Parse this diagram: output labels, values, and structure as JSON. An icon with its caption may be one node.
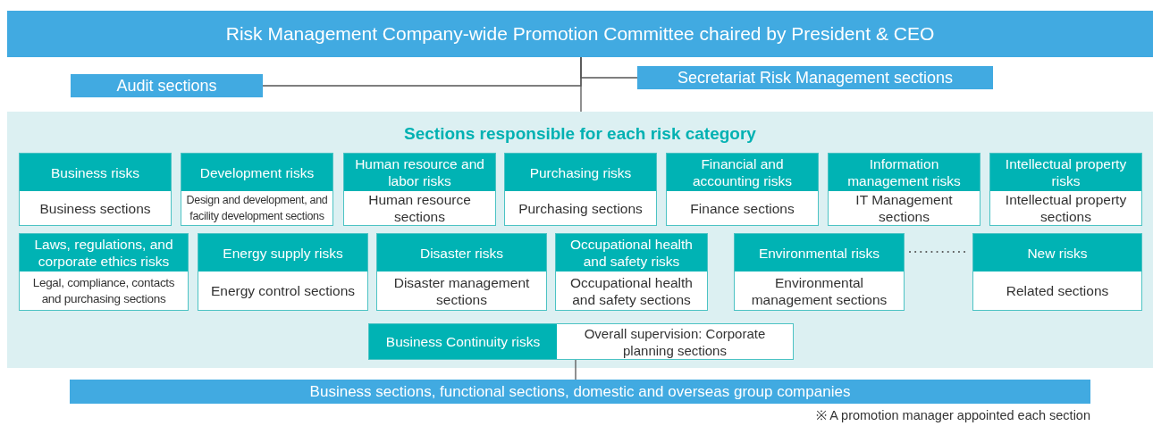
{
  "diagram": {
    "nodes": [
      {
        "text": [
          "Risk Management Company-wide Promotion Committee chaired by President & CEO"
        ]
      },
      {
        "text": [
          "Audit sections"
        ]
      },
      {
        "text": [
          "Secretariat Risk Management sections"
        ]
      },
      {
        "text": [
          "Sections responsible for each risk category"
        ]
      },
      {
        "text": [
          "Business risks",
          "Business sections"
        ],
        "in": 3
      },
      {
        "text": [
          "Development risks",
          "Design and development, and facility development sections"
        ],
        "in": 3
      },
      {
        "text": [
          "Human resource and labor risks",
          "Human resource sections"
        ],
        "in": 3
      },
      {
        "text": [
          "Purchasing risks",
          "Purchasing sections"
        ],
        "in": 3
      },
      {
        "text": [
          "Financial and accounting risks",
          "Finance sections"
        ],
        "in": 3
      },
      {
        "text": [
          "Information management risks",
          "IT Management sections"
        ],
        "in": 3
      },
      {
        "text": [
          "Intellectual property risks",
          "Intellectual property sections"
        ],
        "in": 3
      },
      {
        "text": [
          "Laws, regulations, and corporate ethics risks",
          "Legal, compliance, contacts and purchasing sections"
        ],
        "in": 3
      },
      {
        "text": [
          "Energy supply risks",
          "Energy control sections"
        ],
        "in": 3
      },
      {
        "text": [
          "Disaster risks",
          "Disaster management sections"
        ],
        "in": 3
      },
      {
        "text": [
          "Occupational health and safety risks",
          "Occupational health and safety sections"
        ],
        "in": 3
      },
      {
        "text": [
          "Environmental risks",
          "Environmental management sections"
        ],
        "in": 3
      },
      {
        "text": [
          "New risks",
          "Related sections"
        ],
        "in": 3
      },
      {
        "text": [
          "Business Continuity risks",
          "Overall supervision: Corporate planning sections"
        ],
        "in": 3
      },
      {
        "text": [
          "Business sections, functional sections, domestic and overseas group companies"
        ]
      }
    ],
    "edges": [
      {
        "from": 0,
        "to": 1,
        "arrow": "none"
      },
      {
        "from": 0,
        "to": 2,
        "arrow": "none"
      },
      {
        "from": 0,
        "to": 3,
        "arrow": "none"
      },
      {
        "from": 15,
        "to": 16,
        "arrow": "none",
        "style": "dashed"
      },
      {
        "from": 17,
        "to": 18,
        "arrow": "none"
      }
    ],
    "labels": [
      "※ A promotion manager appointed each section"
    ]
  }
}
